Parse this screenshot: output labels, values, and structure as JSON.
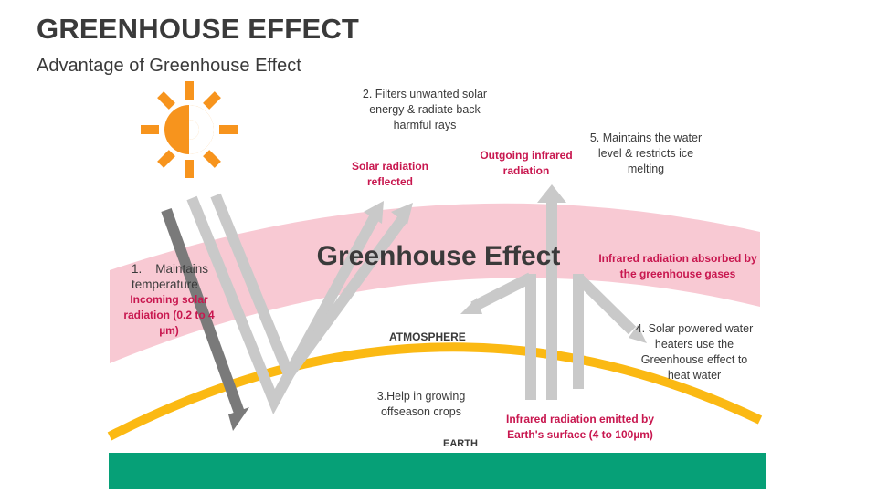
{
  "title": "GREENHOUSE EFFECT",
  "subtitle": "Advantage of Greenhouse Effect",
  "diagram": {
    "center_label": "Greenhouse Effect",
    "atmosphere_label": "ATMOSPHERE",
    "earth_label": "EARTH",
    "benefits": {
      "b1": "1.    Maintains temperature",
      "b2": "2. Filters unwanted solar energy & radiate back harmful rays",
      "b3": "3.Help in growing offseason crops",
      "b4": "4. Solar powered water heaters use the Greenhouse effect to heat water",
      "b5": "5. Maintains the water level & restricts ice melting"
    },
    "radiation": {
      "incoming": "Incoming solar radiation (0.2 to 4 µm)",
      "reflected": "Solar radiation reflected",
      "outgoing": "Outgoing infrared radiation",
      "absorbed": "Infrared radiation absorbed by the greenhouse gases",
      "emitted": "Infrared radiation emitted by Earth's surface (4 to 100µm)"
    },
    "colors": {
      "sun": "#f7941d",
      "atmosphere_band": "#f8c9d3",
      "earth_arc": "#fbb913",
      "ground": "#06a077",
      "arrow_light": "#c9c9c9",
      "arrow_dark": "#7a7a7a",
      "highlight_text": "#c8174f"
    }
  }
}
